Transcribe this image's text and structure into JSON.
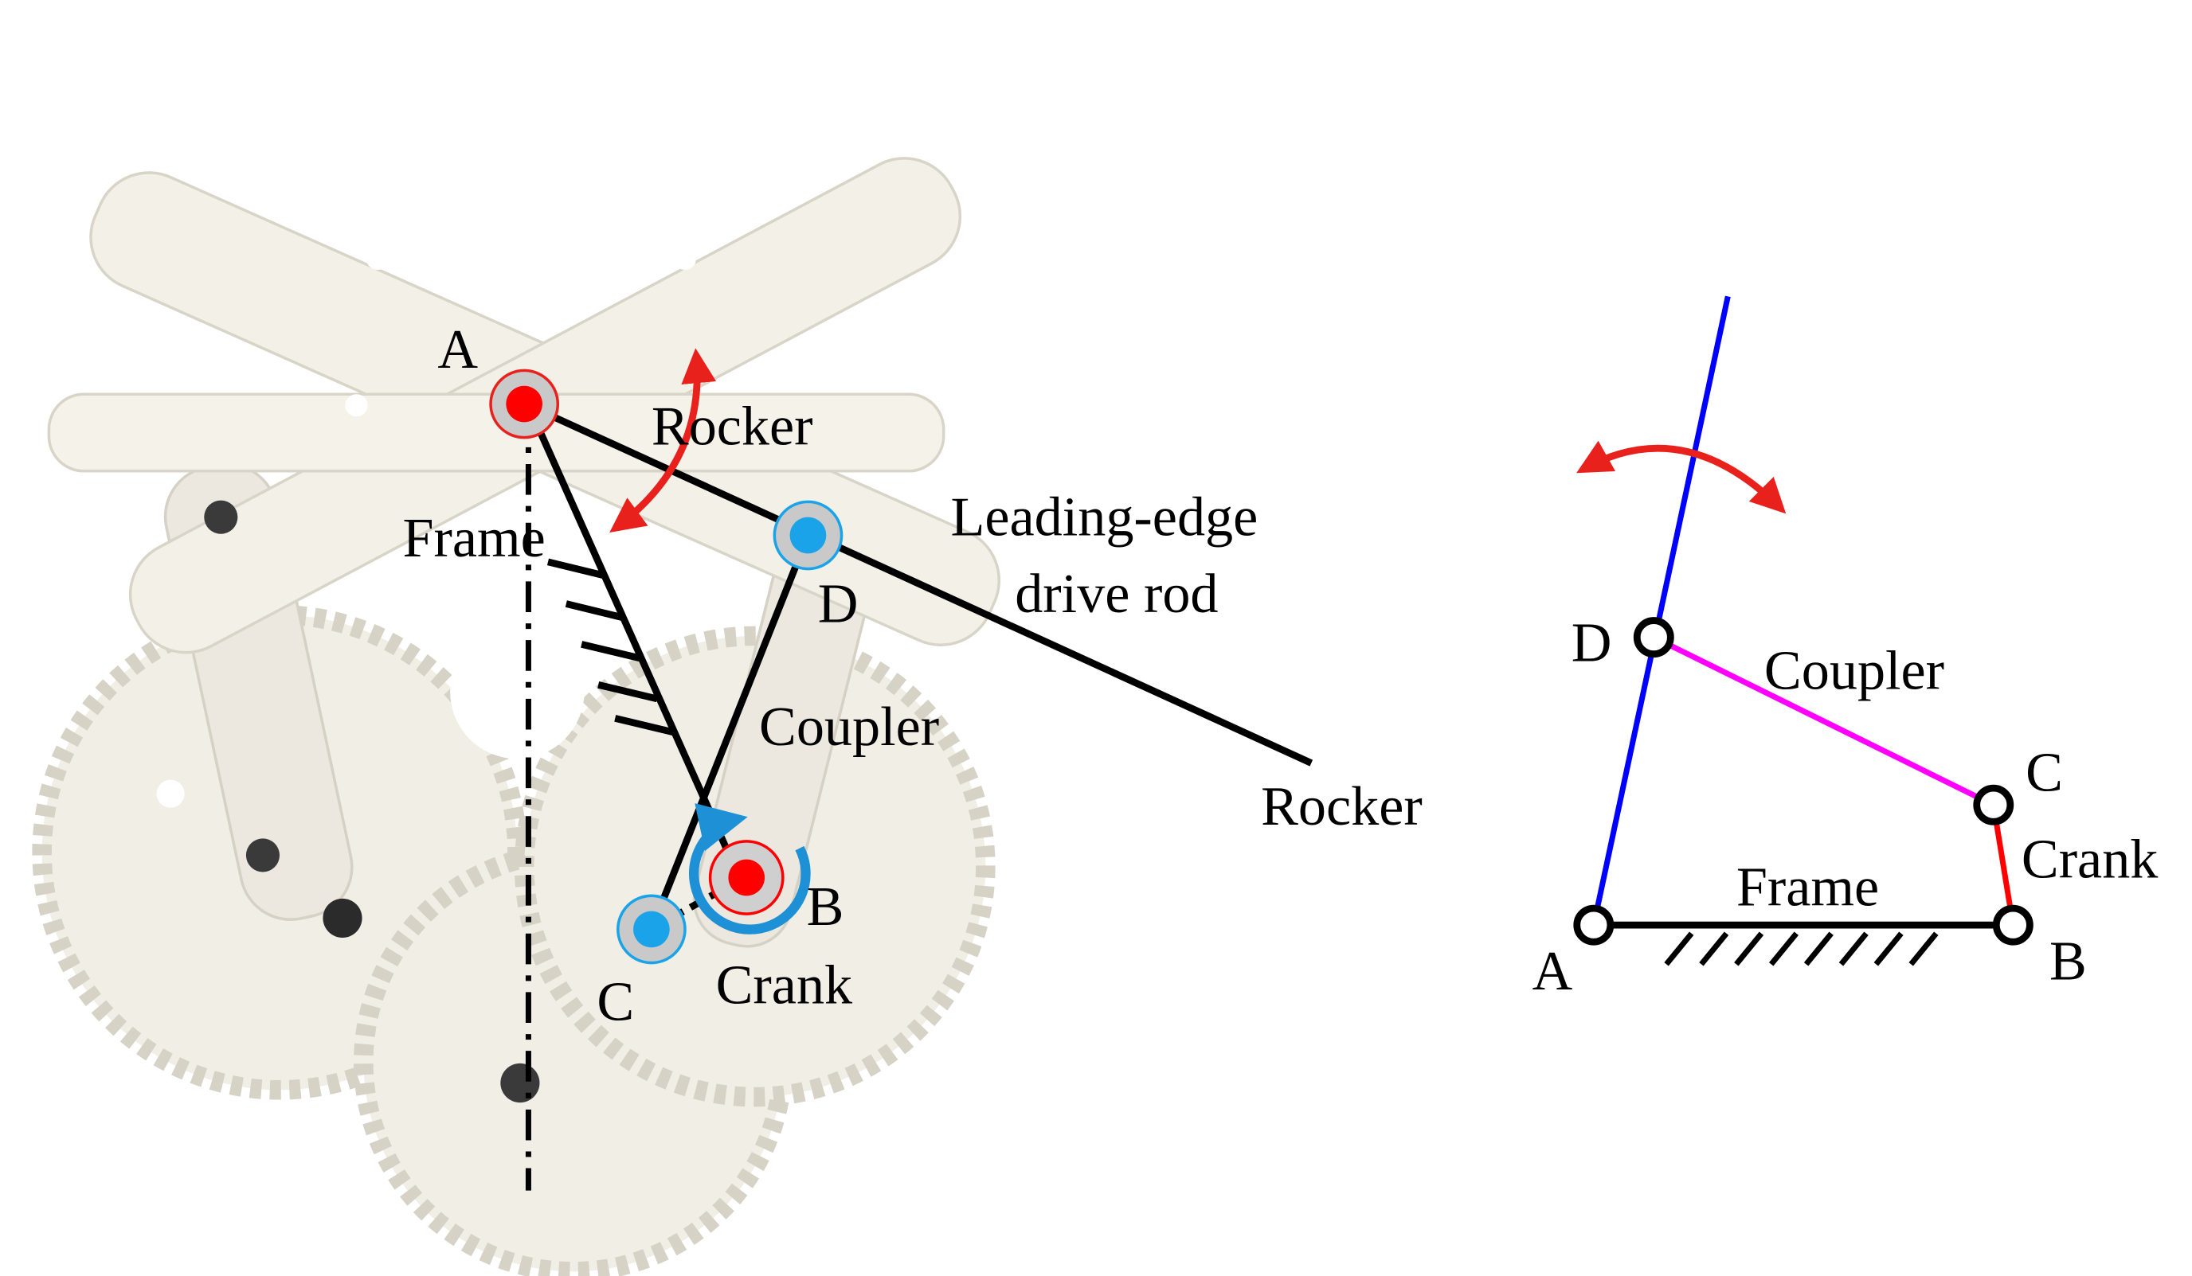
{
  "colors": {
    "photo_part": "#efece3",
    "photo_part_shadow": "#d9d5c8",
    "link_black": "#000000",
    "rocker_arrow": "#e8211c",
    "crank_arrow": "#1e90d6",
    "joint_red": "#ff0000",
    "joint_blue": "#1aa3e8",
    "schematic_rocker": "#0000ff",
    "schematic_coupler": "#ff00ff",
    "schematic_crank": "#ff0000"
  },
  "photo": {
    "labels": {
      "A": "A",
      "B": "B",
      "C": "C",
      "D": "D",
      "rocker": "Rocker",
      "frame": "Frame",
      "coupler": "Coupler",
      "crank": "Crank",
      "leading_edge_1": "Leading-edge",
      "leading_edge_2": "drive rod",
      "rocker_far": "Rocker"
    }
  },
  "schematic": {
    "labels": {
      "A": "A",
      "B": "B",
      "C": "C",
      "D": "D",
      "coupler": "Coupler",
      "crank": "Crank",
      "frame": "Frame"
    }
  }
}
